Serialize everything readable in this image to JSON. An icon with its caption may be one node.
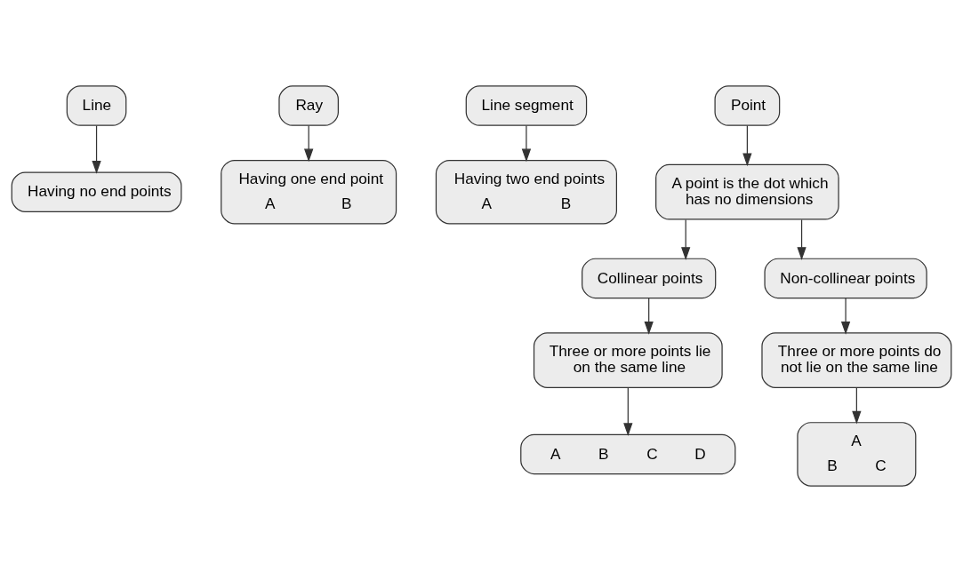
{
  "diagram": {
    "nodes": [
      {
        "text": [
          "Line"
        ]
      },
      {
        "text": [
          "Having no end points"
        ]
      },
      {
        "text": [
          "Ray"
        ]
      },
      {
        "text": [
          "Having one end point",
          "A",
          "B"
        ]
      },
      {
        "text": [
          "Line segment"
        ]
      },
      {
        "text": [
          "Having two end points",
          "A",
          "B"
        ]
      },
      {
        "text": [
          "Point"
        ]
      },
      {
        "text": [
          "A point is the dot which has no dimensions"
        ]
      },
      {
        "text": [
          "Collinear points"
        ]
      },
      {
        "text": [
          "Three or more points lie on the same line"
        ]
      },
      {
        "text": [
          "A",
          "B",
          "C",
          "D"
        ]
      },
      {
        "text": [
          "Non-collinear points"
        ]
      },
      {
        "text": [
          "Three or more points do not lie on the same line"
        ]
      },
      {
        "text": [
          "A",
          "B",
          "C"
        ]
      }
    ],
    "edges": [
      {
        "from": 0,
        "to": 1,
        "arrow": "to"
      },
      {
        "from": 2,
        "to": 3,
        "arrow": "to"
      },
      {
        "from": 4,
        "to": 5,
        "arrow": "to"
      },
      {
        "from": 6,
        "to": 7,
        "arrow": "to"
      },
      {
        "from": 7,
        "to": 8,
        "arrow": "to"
      },
      {
        "from": 7,
        "to": 11,
        "arrow": "to"
      },
      {
        "from": 8,
        "to": 9,
        "arrow": "to"
      },
      {
        "from": 9,
        "to": 10,
        "arrow": "to"
      },
      {
        "from": 11,
        "to": 12,
        "arrow": "to"
      },
      {
        "from": 12,
        "to": 13,
        "arrow": "to"
      }
    ]
  }
}
